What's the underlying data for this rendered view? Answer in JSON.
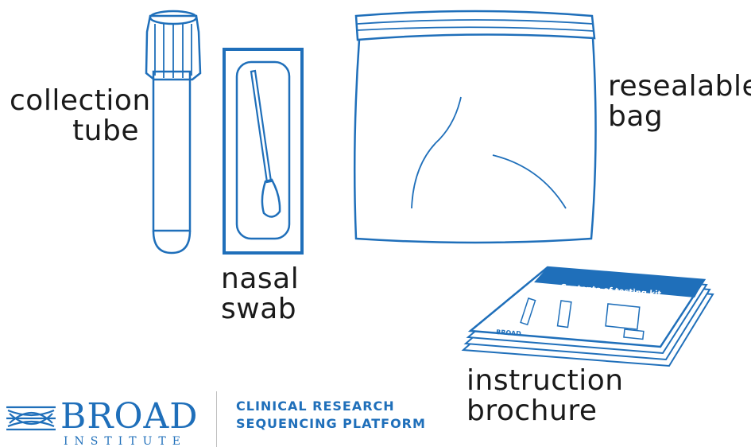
{
  "labels": {
    "tube": [
      "collection",
      "tube"
    ],
    "swab": [
      "nasal",
      "swab"
    ],
    "bag": [
      "resealable",
      "bag"
    ],
    "brochure": [
      "instruction",
      "brochure"
    ]
  },
  "brochure": {
    "header": "Contents of testing kit",
    "logo": "BROAD"
  },
  "footer": {
    "logo_main": "BROAD",
    "logo_sub": "INSTITUTE",
    "line1": "CLINICAL RESEARCH",
    "line2": "SEQUENCING PLATFORM"
  },
  "colors": {
    "accent": "#1f6fba",
    "ink": "#1a1a1a"
  }
}
